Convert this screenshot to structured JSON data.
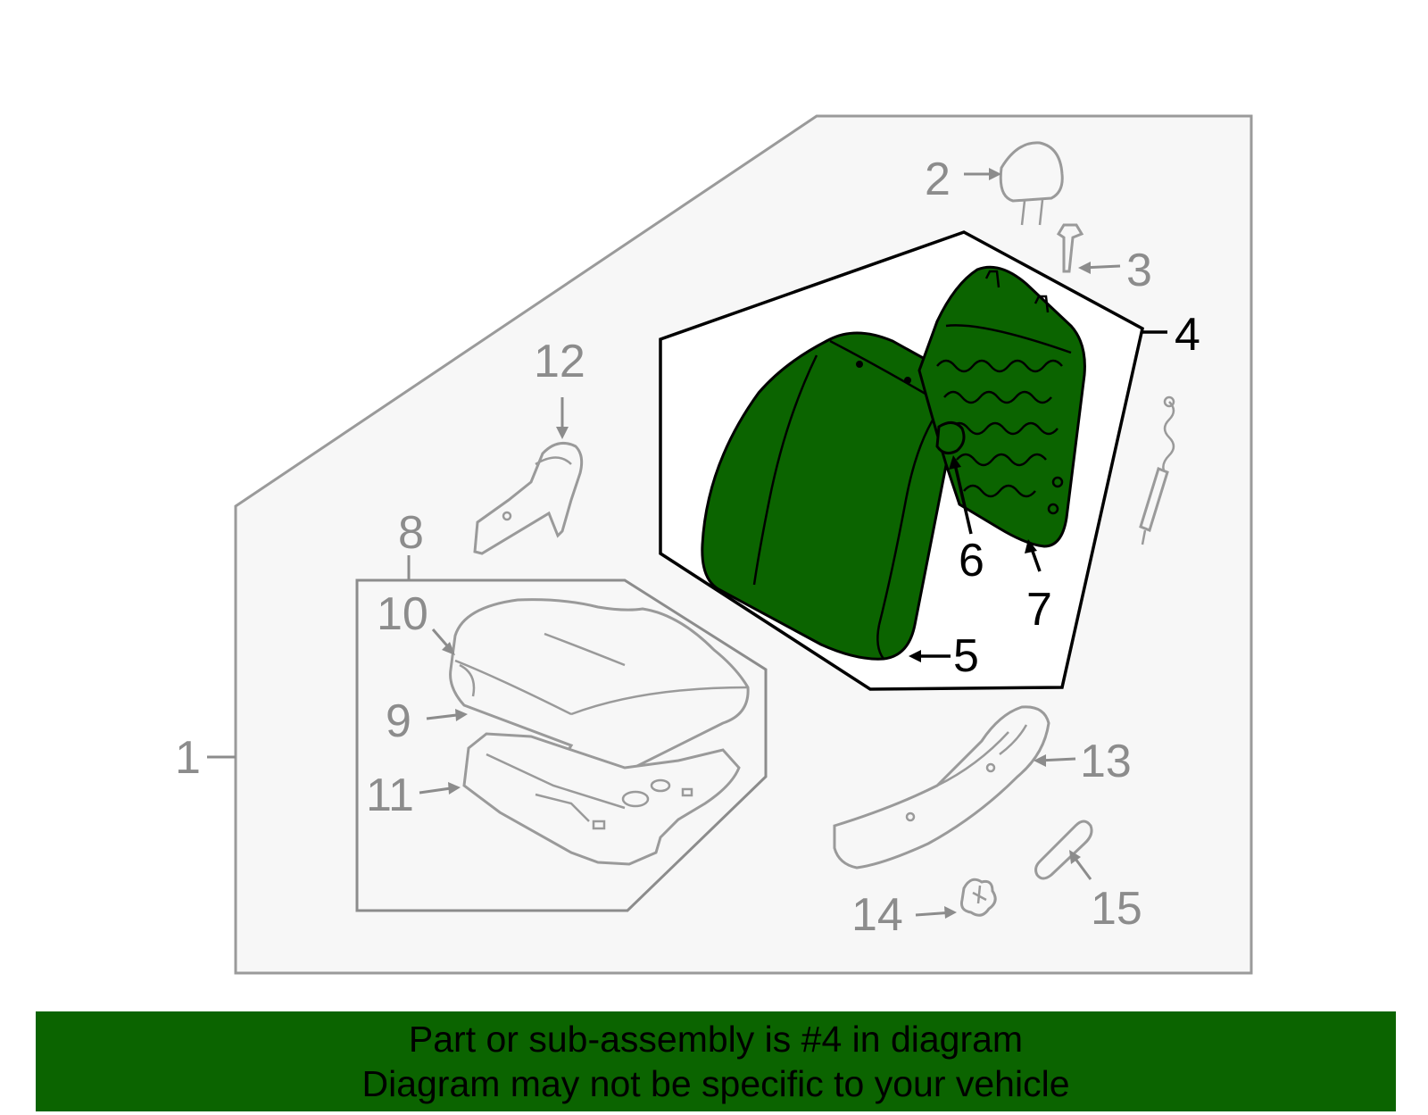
{
  "callouts": {
    "c1": "1",
    "c2": "2",
    "c3": "3",
    "c4": "4",
    "c5": "5",
    "c6": "6",
    "c7": "7",
    "c8": "8",
    "c9": "9",
    "c10": "10",
    "c11": "11",
    "c12": "12",
    "c13": "13",
    "c14": "14",
    "c15": "15"
  },
  "highlight": {
    "part_number": "4",
    "color": "#0b6400"
  },
  "colors": {
    "callout_gray": "#8c8c8c",
    "callout_black": "#000000",
    "panel_bg": "#f7f7f7"
  },
  "banner": {
    "line1": "Part or sub-assembly is #4 in diagram",
    "line2": "Diagram may not be specific to your vehicle",
    "background": "#0b6400"
  }
}
